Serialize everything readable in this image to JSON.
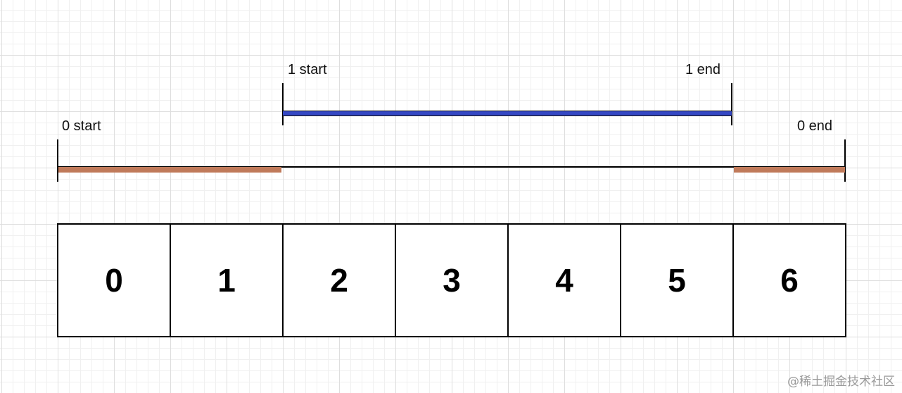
{
  "labels": {
    "range0_start": "0 start",
    "range0_end": "0 end",
    "range1_start": "1 start",
    "range1_end": "1 end"
  },
  "cells": [
    "0",
    "1",
    "2",
    "3",
    "4",
    "5",
    "6"
  ],
  "colors": {
    "range0": "#c07a5a",
    "range1": "#3548c4",
    "line": "#000000"
  },
  "watermark": "@稀土掘金技术社区"
}
